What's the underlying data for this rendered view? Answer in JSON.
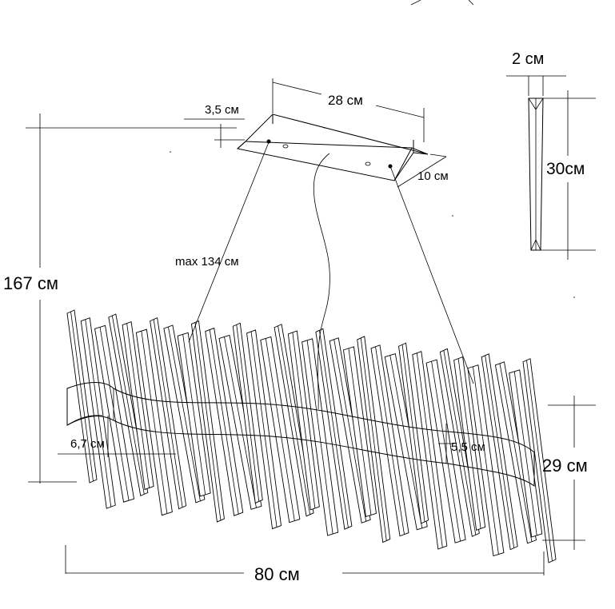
{
  "dimensions": {
    "canopy_length": "28 см",
    "canopy_height": "3,5 см",
    "canopy_depth": "10 см",
    "crystal_width": "2 см",
    "crystal_length": "30см",
    "total_height": "167 см",
    "cable_length": "max 134 см",
    "band_height_left": "6,7 см",
    "band_height_right": "5,5 см",
    "body_height": "29 см",
    "body_length": "80 см"
  }
}
